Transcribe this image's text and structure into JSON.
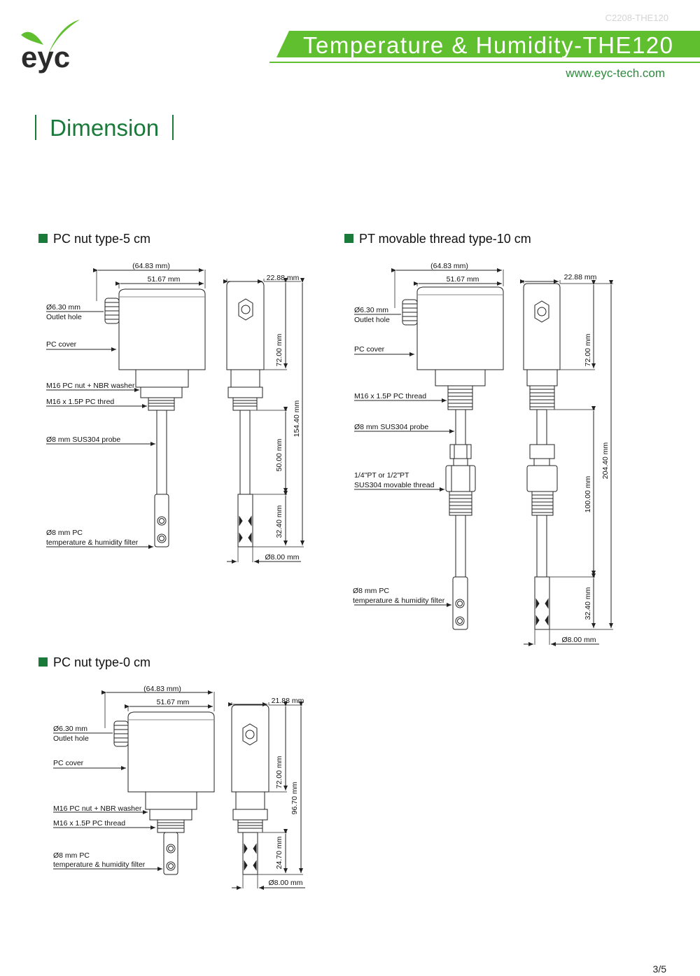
{
  "header": {
    "doc_code": "C2208-THE120",
    "title": "Temperature & Humidity-THE120",
    "website": "www.eyc-tech.com",
    "logo_text": "eyc",
    "colors": {
      "brand_green": "#5fbf2e",
      "dark_green": "#1a7a3a",
      "logo_dark": "#2b2b2b"
    }
  },
  "section": {
    "title": "Dimension"
  },
  "diagrams": {
    "pc5": {
      "heading": "PC nut type-5 cm",
      "dims": {
        "overall_width": "(64.83 mm)",
        "body_width": "51.67 mm",
        "side_width": "22.88 mm",
        "body_height": "72.00 mm",
        "total_height": "154.40 mm",
        "probe_length": "50.00 mm",
        "filter_length": "32.40 mm",
        "probe_dia": "Ø8.00 mm"
      },
      "labels": {
        "outlet_1": "Ø6.30 mm",
        "outlet_2": "Outlet hole",
        "cover": "PC cover",
        "nut": "M16  PC nut + NBR washer",
        "thread": "M16 x 1.5P  PC thred",
        "probe": "Ø8 mm SUS304 probe",
        "filter_1": "Ø8 mm PC",
        "filter_2": "temperature & humidity filter"
      }
    },
    "pt10": {
      "heading": "PT movable thread type-10 cm",
      "dims": {
        "overall_width": "(64.83 mm)",
        "body_width": "51.67 mm",
        "side_width": "22.88 mm",
        "body_height": "72.00 mm",
        "total_height": "204.40 mm",
        "probe_length": "100.00 mm",
        "filter_length": "32.40 mm",
        "probe_dia": "Ø8.00 mm"
      },
      "labels": {
        "outlet_1": "Ø6.30 mm",
        "outlet_2": "Outlet hole",
        "cover": "PC cover",
        "thread": "M16 x 1.5P PC thread",
        "probe": "Ø8 mm SUS304 probe",
        "movable_1": "1/4\"PT or 1/2\"PT",
        "movable_2": "SUS304 movable thread",
        "filter_1": "Ø8 mm PC",
        "filter_2": "temperature & humidity filter"
      }
    },
    "pc0": {
      "heading": "PC nut type-0 cm",
      "dims": {
        "overall_width": "(64.83 mm)",
        "body_width": "51.67 mm",
        "side_width": "21.88 mm",
        "body_height": "72.00 mm",
        "total_height": "96.70 mm",
        "filter_length": "24.70 mm",
        "probe_dia": "Ø8.00 mm"
      },
      "labels": {
        "outlet_1": "Ø6.30 mm",
        "outlet_2": "Outlet hole",
        "cover": "PC cover",
        "nut": "M16  PC nut + NBR washer",
        "thread": "M16 x 1.5P  PC thread",
        "filter_1": "Ø8 mm PC",
        "filter_2": "temperature & humidity filter"
      }
    }
  },
  "footer": {
    "page": "3/5"
  }
}
